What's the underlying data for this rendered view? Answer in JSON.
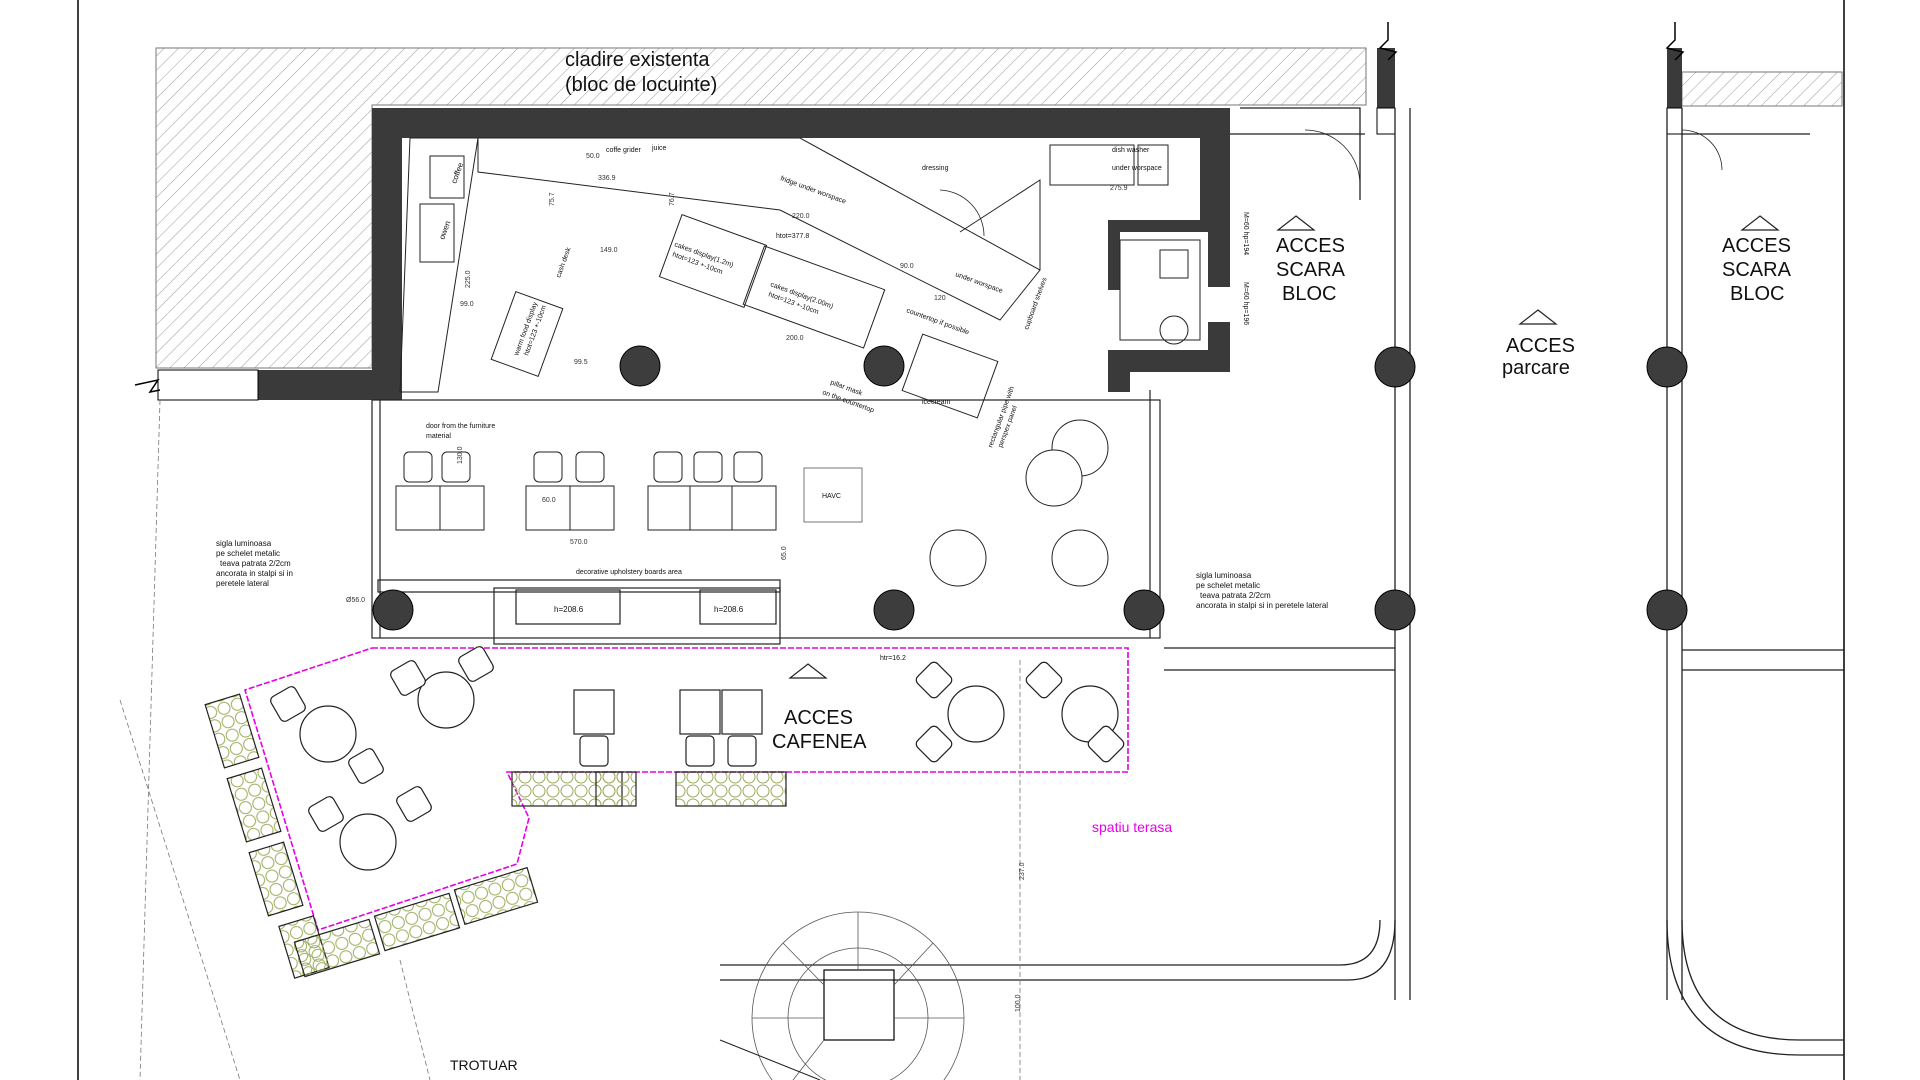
{
  "labels": {
    "existing_building_1": "cladire existenta",
    "existing_building_2": "(bloc de locuinte)",
    "acces_scara_left_1": "ACCES",
    "acces_scara_left_2": "SCARA",
    "acces_scara_left_3": "BLOC",
    "acces_parcare_1": "ACCES",
    "acces_parcare_2": "parcare",
    "acces_scara_right_1": "ACCES",
    "acces_scara_right_2": "SCARA",
    "acces_scara_right_3": "BLOC",
    "acces_cafenea_1": "ACCES",
    "acces_cafenea_2": "CAFENEA",
    "spatiu_terasa": "spatiu terasa",
    "trotuar": "TROTUAR",
    "sign_left_1": "sigla luminoasa",
    "sign_left_2": "pe schelet metalic",
    "sign_left_3": "teava patrata 2/2cm",
    "sign_left_4": "ancorata in stalpi si in",
    "sign_left_5": "peretele lateral",
    "sign_right_1": "sigla luminoasa",
    "sign_right_2": "pe schelet metalic",
    "sign_right_3": "teava patrata 2/2cm",
    "sign_right_4": "ancorata in stalpi si in peretele lateral",
    "coffee": "coffee",
    "owen": "owen",
    "coffe_grider": "coffe grider",
    "juice": "juice",
    "dressing": "dressing",
    "dish_washer": "dish washer",
    "under_worspace_dw": "under worspace",
    "under_worspace": "under worspace",
    "fridge_under": "fridge under worspace",
    "cakes_display_1": "cakes display(1.2m)",
    "cakes_display_1_h": "htot=123 +-10cm",
    "cakes_display_2": "cakes display(2.00m)",
    "cakes_display_2_h": "htot=123 +-10cm",
    "warm_food_1": "warm food display",
    "warm_food_2": "htot=123 +-10cm",
    "countertop": "countertop if possible",
    "cupboard": "cupboard shelves",
    "pillar_mask_1": "pillar mask",
    "pillar_mask_2": "on the countertop",
    "rect_pipe_1": "rectangular pipe with",
    "rect_pipe_2": "perspex panel",
    "icecream": "icecream",
    "door_furniture_1": "door from the furniture",
    "door_furniture_2": "material",
    "havc": "HAVC",
    "decorative": "decorative upholstery boards area",
    "htot": "htot=377.8",
    "h_left": "h=208.6",
    "h_right": "h=208.6",
    "htr": "htr=16.2",
    "hp1": "M=60 hp=194",
    "hp2": "M=60 hp=196",
    "cash": "cash desk"
  },
  "dimensions": {
    "d570": "570.0",
    "d336": "336.9",
    "d220": "220.0",
    "d2759": "275.9",
    "d149": "149.0",
    "d99": "99.0",
    "d995": "99.5",
    "d600": "60.0",
    "d500": "50.0",
    "d900": "90.0",
    "d1200": "120",
    "d2000": "200.0",
    "d237": "237.0",
    "d1000": "100.0",
    "d560": "Ø56.0",
    "d650": "65.0",
    "d757": "75.7",
    "d767": "76.7",
    "d2250": "225.0",
    "d1300": "130.0"
  },
  "colors": {
    "wall": "#3a3a3a",
    "terrace_outline": "#e600e6",
    "planter_green": "#9aab5a",
    "hatch": "#999999"
  }
}
